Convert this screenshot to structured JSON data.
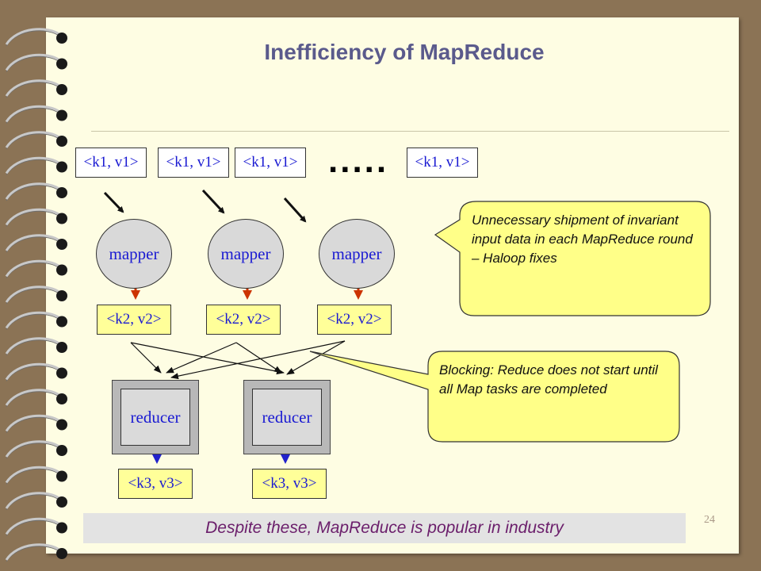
{
  "title": "Inefficiency of MapReduce",
  "input_pairs": [
    "<k1, v1>",
    "<k1, v1>",
    "<k1, v1>",
    "<k1, v1>"
  ],
  "ellipsis": ".....",
  "mappers": [
    "mapper",
    "mapper",
    "mapper"
  ],
  "intermediate_pairs": [
    "<k2, v2>",
    "<k2, v2>",
    "<k2, v2>"
  ],
  "reducers": [
    "reducer",
    "reducer"
  ],
  "output_pairs": [
    "<k3, v3>",
    "<k3, v3>"
  ],
  "callouts": {
    "shipment": "Unnecessary shipment of invariant input data in each MapReduce round – Haloop fixes",
    "blocking": "Blocking: Reduce does not start until all Map tasks are completed"
  },
  "banner": "Despite these, MapReduce is popular in industry",
  "page_number": "24",
  "colors": {
    "page": "#fefde3",
    "background": "#8b7355",
    "title": "#5a5a8c",
    "node_text": "#1a1ad2",
    "callout_fill": "#ffff88",
    "map_arrow": "#cc3300",
    "reduce_arrow": "#2222cc",
    "banner_text": "#6b1e6b"
  }
}
